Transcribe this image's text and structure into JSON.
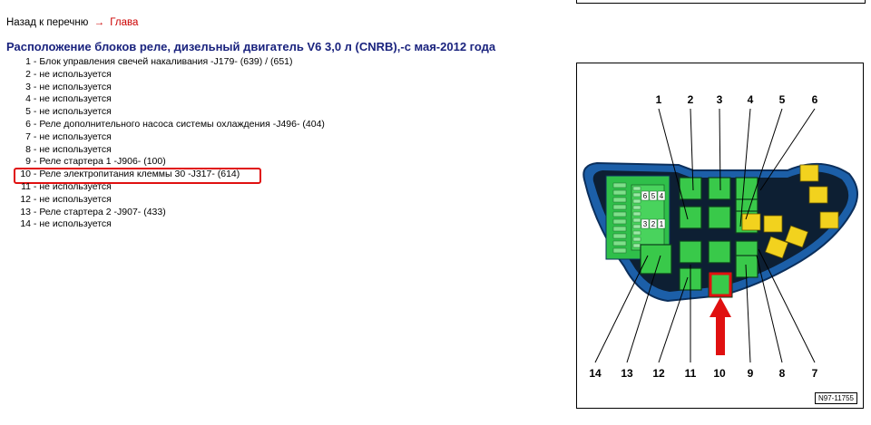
{
  "nav": {
    "back_label": "Назад к перечню",
    "arrow": "→",
    "chapter_label": "Глава"
  },
  "title": "Расположение блоков реле, дизельный двигатель V6 3,0 л (CNRB),-с мая-2012 года",
  "items": [
    {
      "num": "1",
      "text": "Блок управления свечей накаливания -J179- (639) / (651)"
    },
    {
      "num": "2",
      "text": "не используется"
    },
    {
      "num": "3",
      "text": "не используется"
    },
    {
      "num": "4",
      "text": "не используется"
    },
    {
      "num": "5",
      "text": "не используется"
    },
    {
      "num": "6",
      "text": "Реле дополнительного насоса системы охлаждения -J496- (404)"
    },
    {
      "num": "7",
      "text": "не используется"
    },
    {
      "num": "8",
      "text": "не используется"
    },
    {
      "num": "9",
      "text": "Реле стартера 1 -J906- (100)"
    },
    {
      "num": "10",
      "text": "Реле электропитания клеммы 30 -J317- (614)",
      "highlighted": true
    },
    {
      "num": "11",
      "text": "не используется"
    },
    {
      "num": "12",
      "text": "не используется"
    },
    {
      "num": "13",
      "text": "Реле стартера 2 -J907- (433)"
    },
    {
      "num": "14",
      "text": "не используется"
    }
  ],
  "diagram": {
    "code": "N97-11755",
    "top_labels": [
      "1",
      "2",
      "3",
      "4",
      "5",
      "6"
    ],
    "bottom_labels": [
      "14",
      "13",
      "12",
      "11",
      "10",
      "9",
      "8",
      "7"
    ],
    "fuse_digits_top": [
      "6",
      "5",
      "4"
    ],
    "fuse_digits_bottom": [
      "3",
      "2",
      "1"
    ],
    "colors": {
      "housing": "#1c5fa8",
      "relay": "#39c94a",
      "relay_dark": "#1a8a2c",
      "yellow": "#f2d21e",
      "highlight": "#e01010"
    }
  }
}
